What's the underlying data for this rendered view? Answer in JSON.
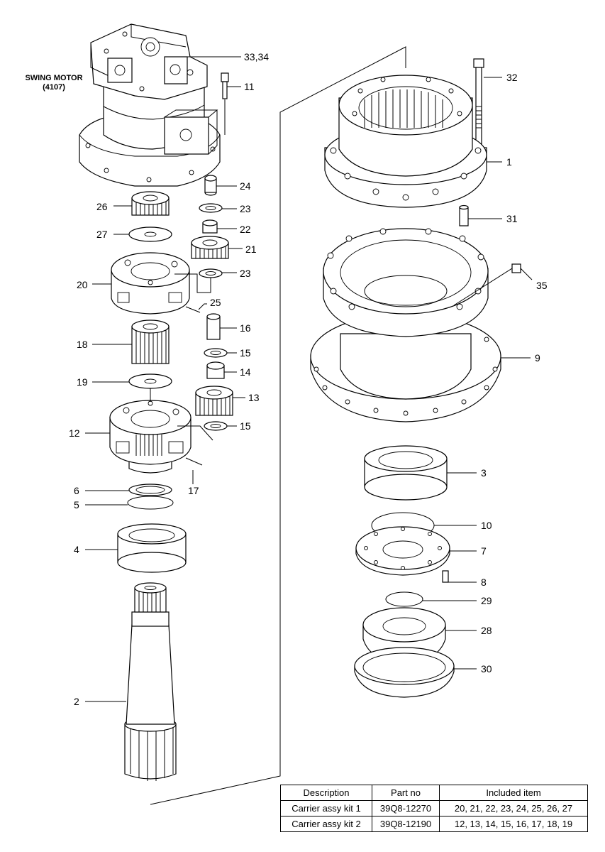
{
  "motor": {
    "label_line1": "SWING MOTOR",
    "label_line2": "(4107)"
  },
  "callouts": [
    {
      "id": "c-33-34",
      "text": "33,34"
    },
    {
      "id": "c-11",
      "text": "11"
    },
    {
      "id": "c-24",
      "text": "24"
    },
    {
      "id": "c-26",
      "text": "26"
    },
    {
      "id": "c-23a",
      "text": "23"
    },
    {
      "id": "c-27",
      "text": "27"
    },
    {
      "id": "c-22",
      "text": "22"
    },
    {
      "id": "c-21",
      "text": "21"
    },
    {
      "id": "c-20",
      "text": "20"
    },
    {
      "id": "c-23b",
      "text": "23"
    },
    {
      "id": "c-25",
      "text": "25"
    },
    {
      "id": "c-16",
      "text": "16"
    },
    {
      "id": "c-18",
      "text": "18"
    },
    {
      "id": "c-15a",
      "text": "15"
    },
    {
      "id": "c-14",
      "text": "14"
    },
    {
      "id": "c-19",
      "text": "19"
    },
    {
      "id": "c-13",
      "text": "13"
    },
    {
      "id": "c-15b",
      "text": "15"
    },
    {
      "id": "c-12",
      "text": "12"
    },
    {
      "id": "c-17",
      "text": "17"
    },
    {
      "id": "c-6",
      "text": "6"
    },
    {
      "id": "c-5",
      "text": "5"
    },
    {
      "id": "c-4",
      "text": "4"
    },
    {
      "id": "c-2",
      "text": "2"
    },
    {
      "id": "c-32",
      "text": "32"
    },
    {
      "id": "c-1",
      "text": "1"
    },
    {
      "id": "c-31",
      "text": "31"
    },
    {
      "id": "c-35",
      "text": "35"
    },
    {
      "id": "c-9",
      "text": "9"
    },
    {
      "id": "c-3",
      "text": "3"
    },
    {
      "id": "c-10",
      "text": "10"
    },
    {
      "id": "c-7",
      "text": "7"
    },
    {
      "id": "c-8",
      "text": "8"
    },
    {
      "id": "c-29",
      "text": "29"
    },
    {
      "id": "c-28",
      "text": "28"
    },
    {
      "id": "c-30",
      "text": "30"
    }
  ],
  "table": {
    "headers": [
      "Description",
      "Part no",
      "Included item"
    ],
    "rows": [
      [
        "Carrier assy kit 1",
        "39Q8-12270",
        "20, 21, 22, 23, 24, 25, 26, 27"
      ],
      [
        "Carrier assy kit 2",
        "39Q8-12190",
        "12, 13, 14, 15, 16, 17, 18, 19"
      ]
    ]
  }
}
